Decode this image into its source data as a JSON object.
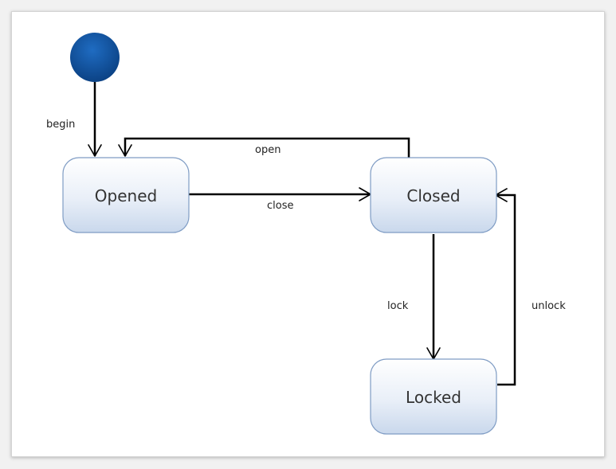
{
  "diagram": {
    "initial_node_color": "#0d4f9c",
    "state_stroke_color": "#7f9cc4",
    "states": {
      "opened": "Opened",
      "closed": "Closed",
      "locked": "Locked"
    },
    "transitions": {
      "begin": "begin",
      "open": "open",
      "close": "close",
      "lock": "lock",
      "unlock": "unlock"
    }
  }
}
